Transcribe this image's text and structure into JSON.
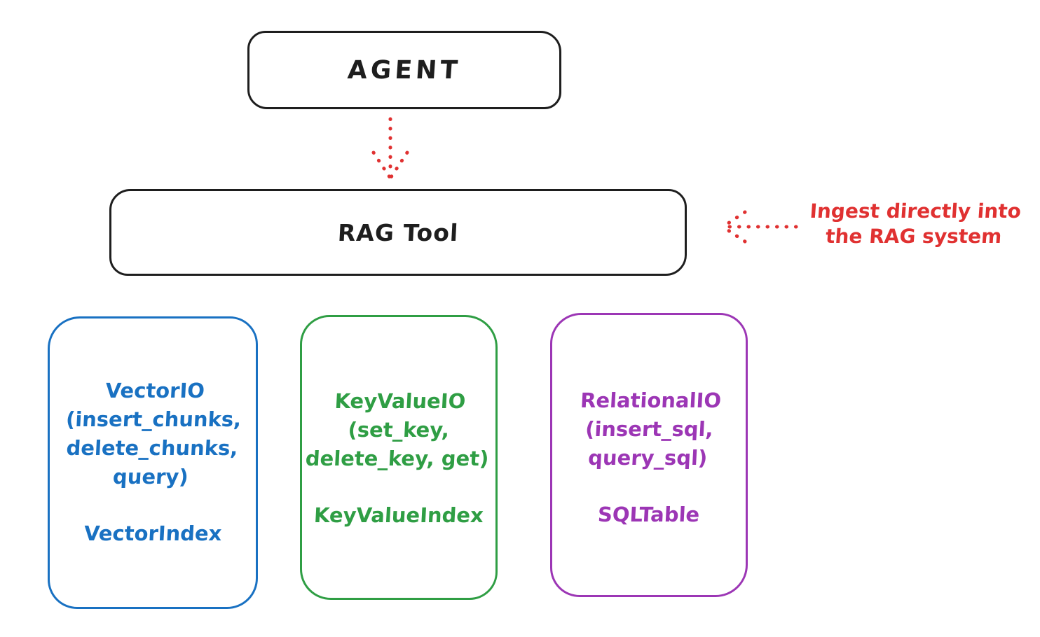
{
  "colors": {
    "stroke": "#1e1e1e",
    "red": "#e03131",
    "blue": "#1971c2",
    "green": "#2f9e44",
    "purple": "#9c36b5",
    "background": "#ffffff"
  },
  "diagram": {
    "agent_box": {
      "label": "AGENT"
    },
    "rag_tool_box": {
      "label": "RAG Tool"
    },
    "ingest_annotation": {
      "text": "Ingest directly into\nthe RAG system"
    },
    "arrows": [
      {
        "name": "agent-to-rag-tool",
        "style": "dotted",
        "color": "#e03131",
        "direction": "down"
      },
      {
        "name": "ingest-into-rag-tool",
        "style": "dotted",
        "color": "#e03131",
        "direction": "left"
      }
    ],
    "storage_boxes": [
      {
        "name": "vector-io",
        "color": "#1971c2",
        "methods_label": "VectorIO\n(insert_chunks,\ndelete_chunks,\nquery)",
        "index_label": "VectorIndex"
      },
      {
        "name": "keyvalue-io",
        "color": "#2f9e44",
        "methods_label": "KeyValueIO\n(set_key,\ndelete_key, get)",
        "index_label": "KeyValueIndex"
      },
      {
        "name": "relational-io",
        "color": "#9c36b5",
        "methods_label": "RelationalIO\n(insert_sql,\nquery_sql)",
        "index_label": "SQLTable"
      }
    ]
  }
}
